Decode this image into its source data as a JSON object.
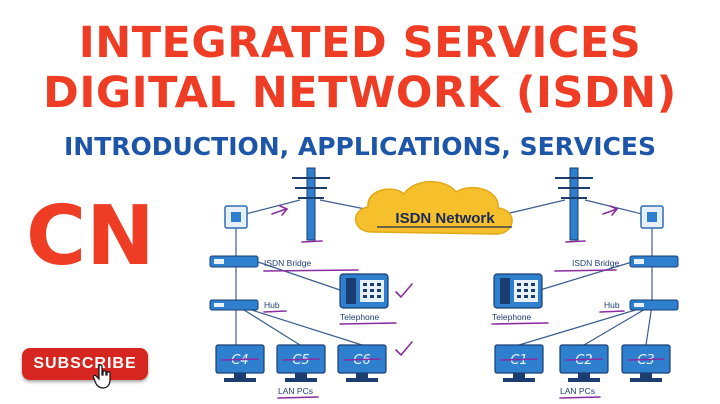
{
  "header": {
    "title_line1": "INTEGRATED SERVICES",
    "title_line2": "DIGITAL NETWORK (ISDN)",
    "subtitle": "INTRODUCTION, APPLICATIONS, SERVICES"
  },
  "badge": {
    "text": "CN"
  },
  "subscribe": {
    "label": "SUBSCRIBE"
  },
  "diagram": {
    "cloud_label": "ISDN Network",
    "left": {
      "bridge_label": "ISDN Bridge",
      "hub_label": "Hub",
      "telephone_label": "Telephone",
      "lan_label": "LAN PCs",
      "pcs": [
        "C4",
        "C5",
        "C6"
      ]
    },
    "right": {
      "bridge_label": "ISDN Bridge",
      "hub_label": "Hub",
      "telephone_label": "Telephone",
      "lan_label": "LAN PCs",
      "pcs": [
        "C1",
        "C2",
        "C3"
      ]
    }
  },
  "colors": {
    "title_red": "#ee3d24",
    "subtitle_blue": "#1d56a8",
    "device_blue": "#2f7fcf",
    "cloud_yellow": "#f6c02c",
    "annotation_purple": "#8a2ca0"
  }
}
